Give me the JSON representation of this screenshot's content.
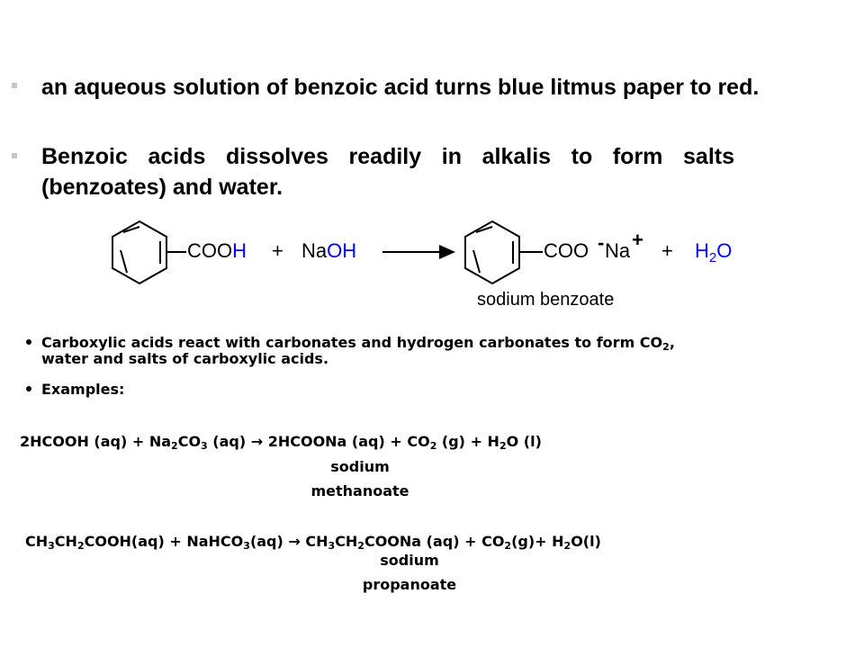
{
  "bullets": [
    "an aqueous solution of benzoic acid turns blue litmus paper to red.",
    "Benzoic acids dissolves readily in alkalis to form salts (benzoates) and water."
  ],
  "reaction": {
    "reactant_group": "COO",
    "reactant_h": "H",
    "plus1": "+",
    "naoh_na": "Na",
    "naoh_oh": "OH",
    "product_group": "COO",
    "minus_sign": "-",
    "product_na": "Na",
    "plus_charge": "+",
    "plus2": "+",
    "water_h": "H",
    "water_2": "2",
    "water_o": "O",
    "product_label": "sodium benzoate"
  },
  "points": {
    "carbonates_a": "Carboxylic acids react with carbonates and hydrogen carbonates to form CO",
    "carbonates_sub": "2",
    "carbonates_b": ",",
    "carbonates_line2": "water and salts of carboxylic acids.",
    "examples": "Examples:"
  },
  "eq1": {
    "p1": "2HCOOH (aq) + Na",
    "s1": "2",
    "p2": "CO",
    "s2": "3",
    "p3": " (aq) → 2HCOONa (aq) + CO",
    "s3": "2",
    "p4": " (g) + H",
    "s4": "2",
    "p5": "O (l)",
    "label_1": "sodium",
    "label_2": "methanoate"
  },
  "eq2": {
    "p1": "CH",
    "s1": "3",
    "p2": "CH",
    "s2": "2",
    "p3": "COOH(aq) + NaHCO",
    "s3": "3",
    "p4": "(aq) → CH",
    "s4": "3",
    "p5": "CH",
    "s5": "2",
    "p6": "COONa (aq) + CO",
    "s6": "2",
    "p7": "(g)+ H",
    "s7": "2",
    "p8": "O(l)",
    "label_1": "sodium",
    "label_2": "propanoate"
  }
}
